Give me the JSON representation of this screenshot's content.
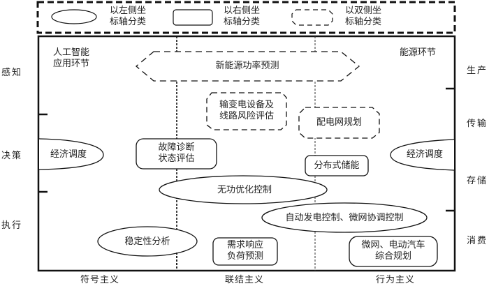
{
  "legend": {
    "items": [
      {
        "shape": "ellipse",
        "label_line1": "以左侧坐",
        "label_line2": "标轴分类"
      },
      {
        "shape": "rounded-rect",
        "label_line1": "以右侧坐",
        "label_line2": "标轴分类"
      },
      {
        "shape": "dashed-hexagon",
        "label_line1": "以双侧坐",
        "label_line2": "标轴分类"
      }
    ]
  },
  "corner_labels": {
    "top_left_line1": "人工智能",
    "top_left_line2": "应用环节",
    "top_right": "能源环节"
  },
  "left_axis": [
    "感知",
    "决策",
    "执行"
  ],
  "right_axis": [
    "生产",
    "传输",
    "存储",
    "消费"
  ],
  "bottom_axis": [
    "符号主义",
    "联结主义",
    "行为主义"
  ],
  "nodes": {
    "new_energy_forecast": "新能源功率预测",
    "transmission_risk_line1": "输变电设备及",
    "transmission_risk_line2": "线路风险评估",
    "distribution_planning": "配电网规划",
    "economic_dispatch_left": "经济调度",
    "fault_diagnosis_line1": "故障诊断",
    "fault_diagnosis_line2": "状态评估",
    "distributed_storage": "分布式储能",
    "economic_dispatch_right": "经济调度",
    "reactive_power_control": "无功优化控制",
    "agc_microgrid": "自动发电控制、微网协调控制",
    "stability_analysis": "稳定性分析",
    "demand_response_line1": "需求响应",
    "demand_response_line2": "负荷预测",
    "microgrid_ev_line1": "微网、电动汽车",
    "microgrid_ev_line2": "综合规划"
  }
}
